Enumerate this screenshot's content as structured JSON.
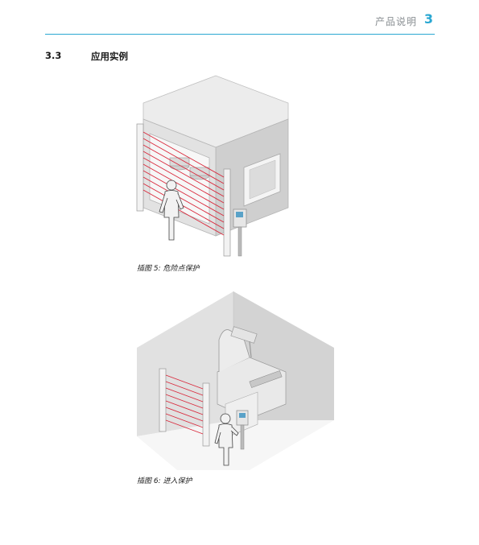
{
  "header": {
    "title": "产品说明",
    "chapter_number": "3"
  },
  "section": {
    "number": "3.3",
    "title": "应用实例"
  },
  "figures": [
    {
      "caption": "插图 5: 危险点保护"
    },
    {
      "caption": "插图 6: 进入保护"
    }
  ],
  "colors": {
    "accent": "#2aa7d2",
    "beam": "#d9283b",
    "machine_gray": "#d6d6d6"
  }
}
